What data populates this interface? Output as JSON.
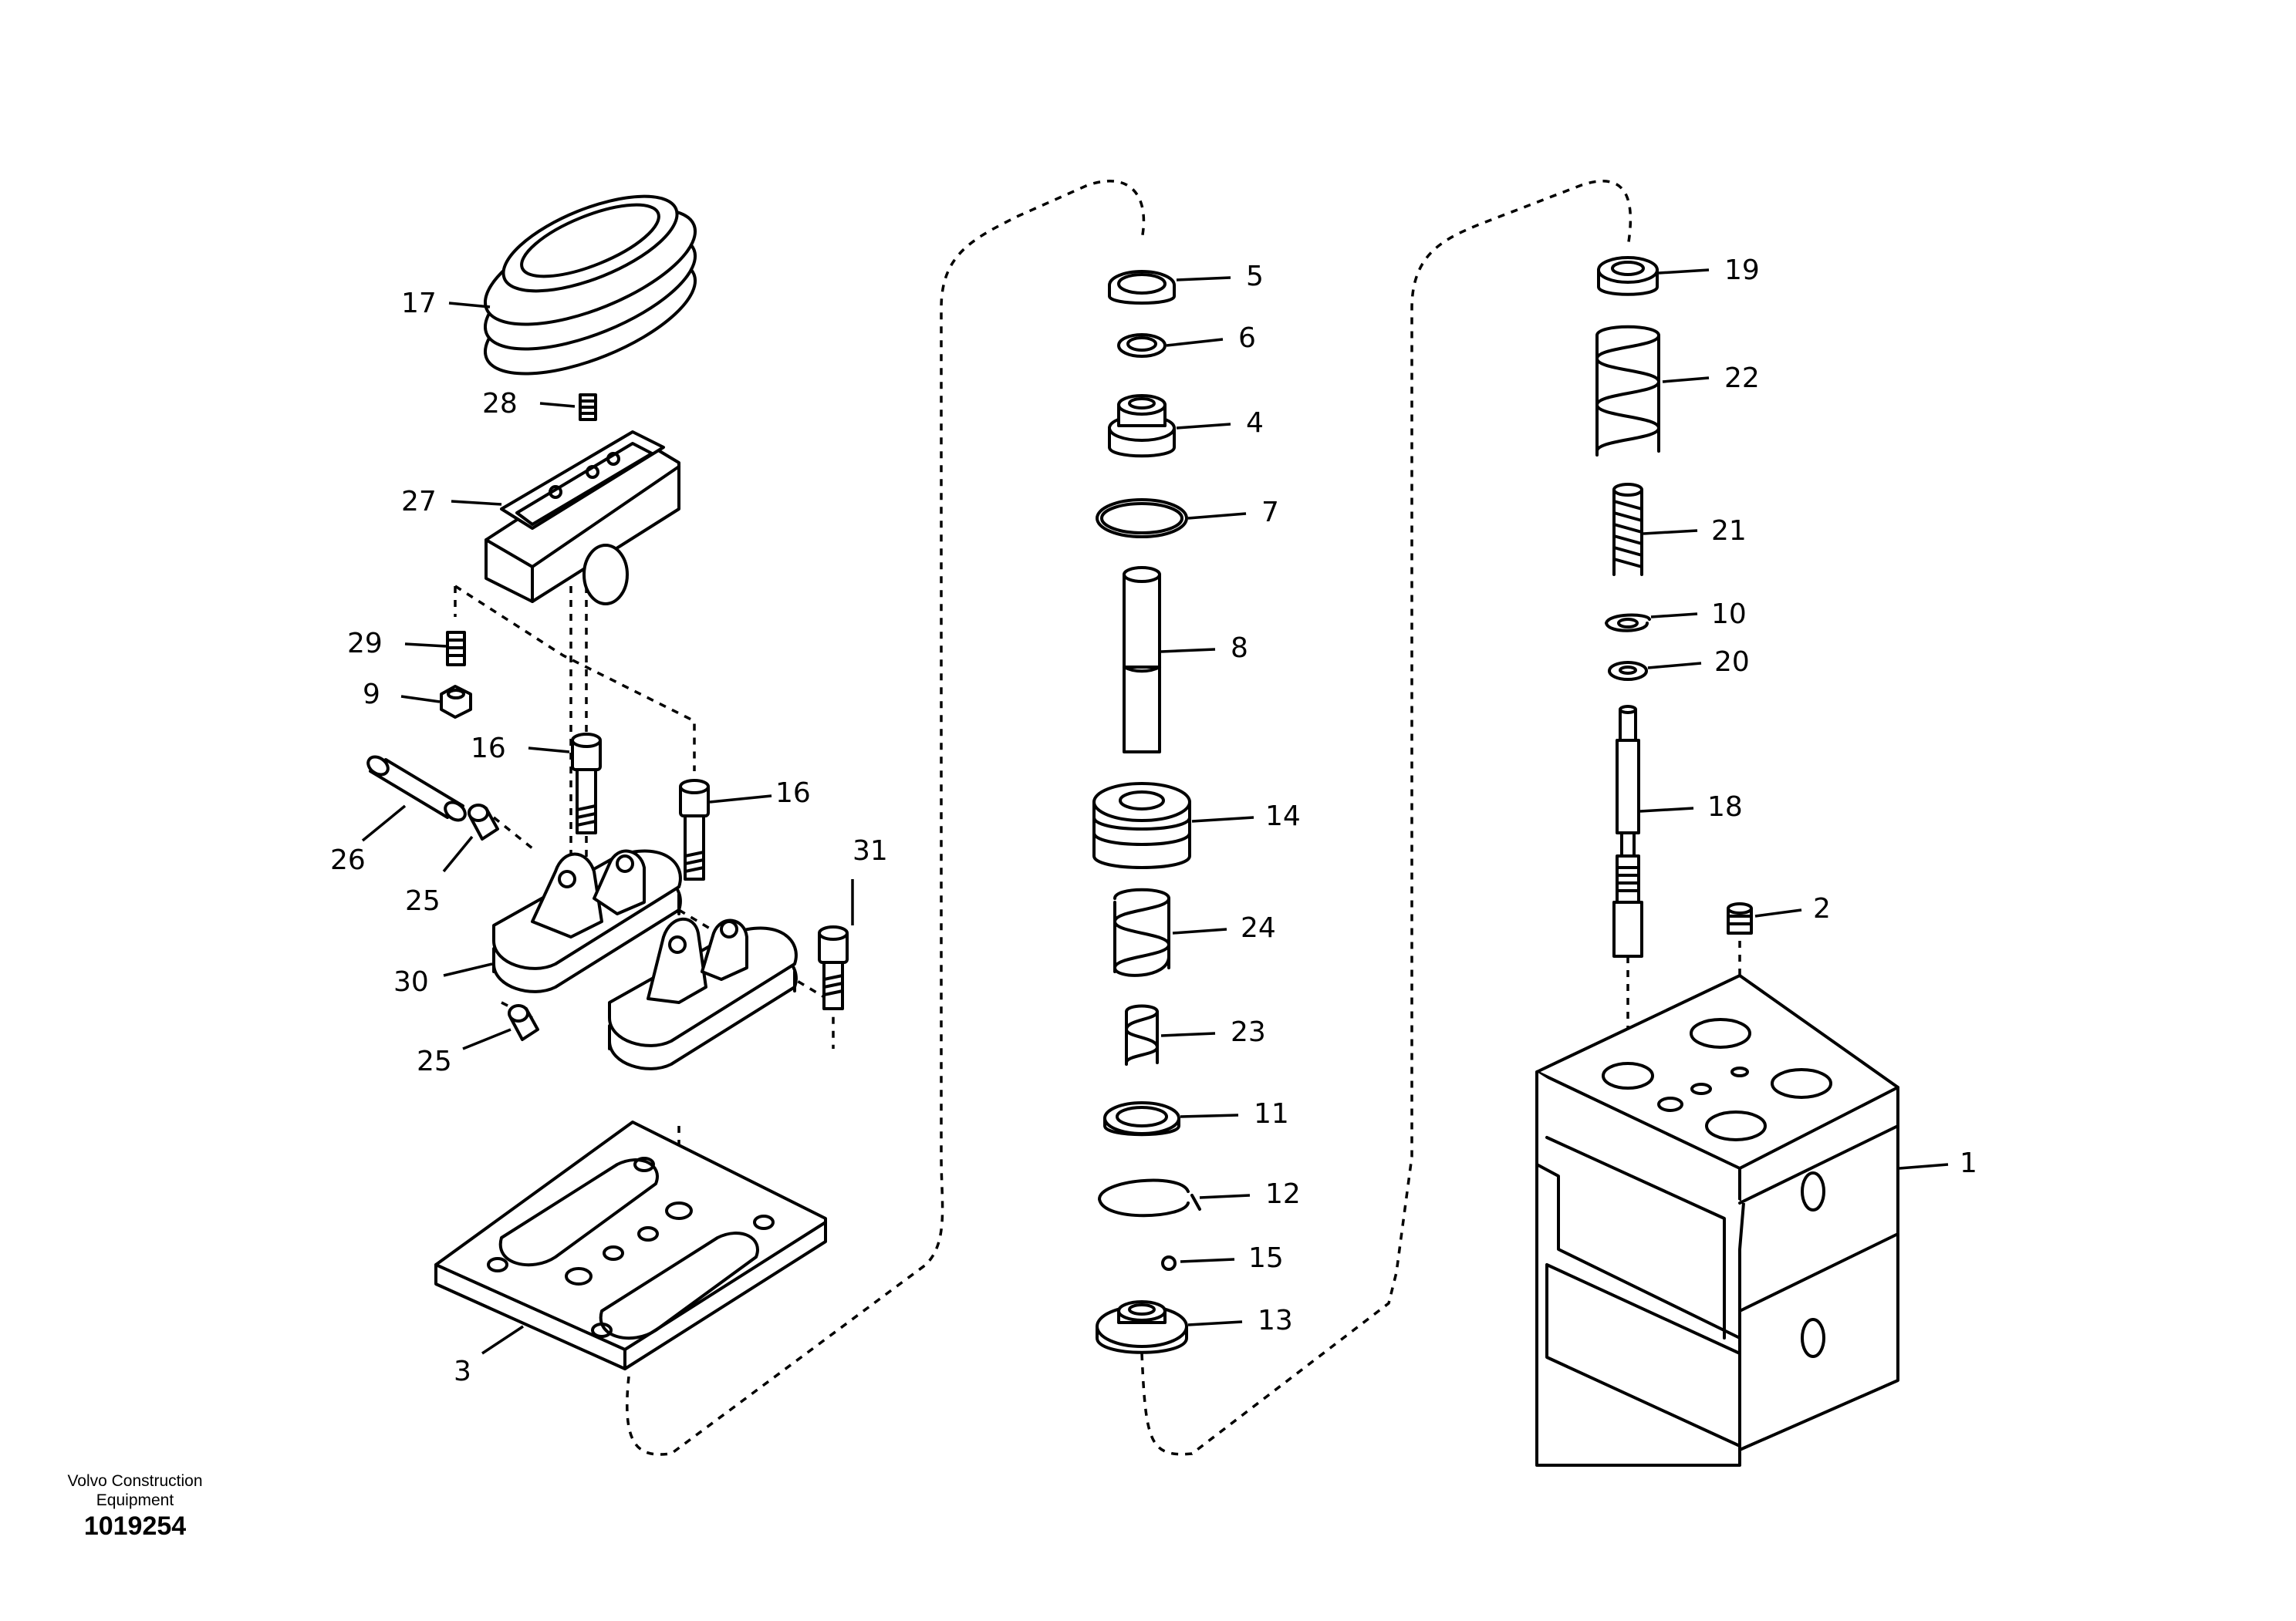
{
  "brand": {
    "line1": "Volvo Construction",
    "line2": "Equipment"
  },
  "document_number": "1019254",
  "callouts": {
    "c1": "1",
    "c2": "2",
    "c3": "3",
    "c4": "4",
    "c5": "5",
    "c6": "6",
    "c7": "7",
    "c8": "8",
    "c9": "9",
    "c10": "10",
    "c11": "11",
    "c12": "12",
    "c13": "13",
    "c14": "14",
    "c15": "15",
    "c16a": "16",
    "c16b": "16",
    "c17": "17",
    "c18": "18",
    "c19": "19",
    "c20": "20",
    "c21": "21",
    "c22": "22",
    "c23": "23",
    "c24": "24",
    "c25a": "25",
    "c25b": "25",
    "c26": "26",
    "c27": "27",
    "c28": "28",
    "c29": "29",
    "c30": "30",
    "c31": "31"
  }
}
